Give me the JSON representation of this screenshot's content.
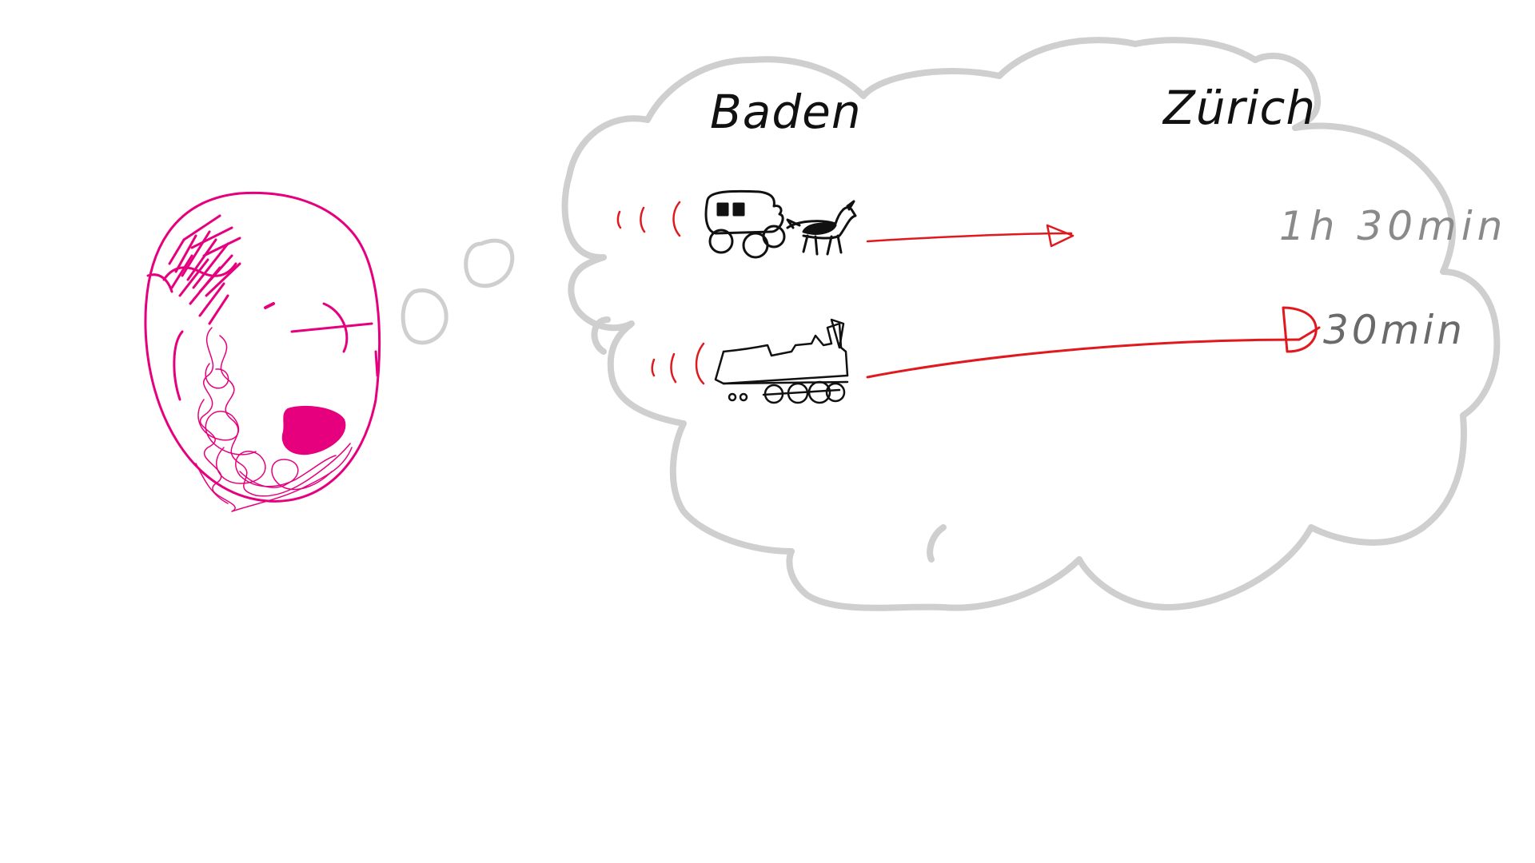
{
  "drawing": {
    "labels": {
      "origin_city": "Baden",
      "destination_city": "Zürich",
      "carriage_time": "1h 30min",
      "train_time": "30min"
    },
    "colors": {
      "person": "#e6007e",
      "cloud": "#cfcfcf",
      "ink": "#111111",
      "arrow": "#e0191f",
      "time_text": "#8a8a8a"
    },
    "icons": [
      "person-head-icon",
      "thought-cloud-icon",
      "horse-carriage-icon",
      "steam-train-icon",
      "arrow-icon"
    ]
  }
}
